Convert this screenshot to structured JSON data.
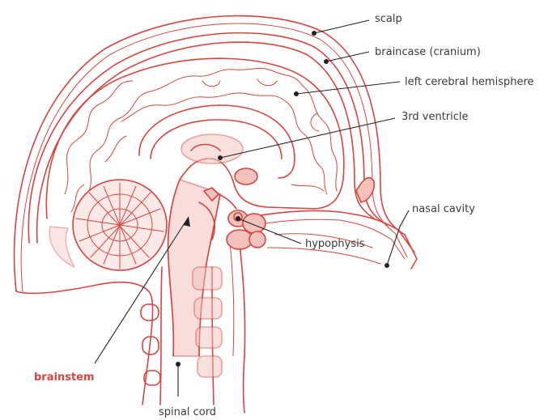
{
  "colors": {
    "line": "#d9443f",
    "fill": "#f4c2bd",
    "leader": "#222222",
    "accent": "#d9443f"
  },
  "labels": {
    "scalp": "scalp",
    "braincase": "braincase (cranium)",
    "cerebral_hemisphere": "left cerebral hemisphere",
    "third_ventricle": "3rd ventricle",
    "nasal_cavity": "nasal cavity",
    "hypophysis": "hypophysis",
    "brainstem": "brainstem",
    "spinal_cord": "spinal cord"
  }
}
